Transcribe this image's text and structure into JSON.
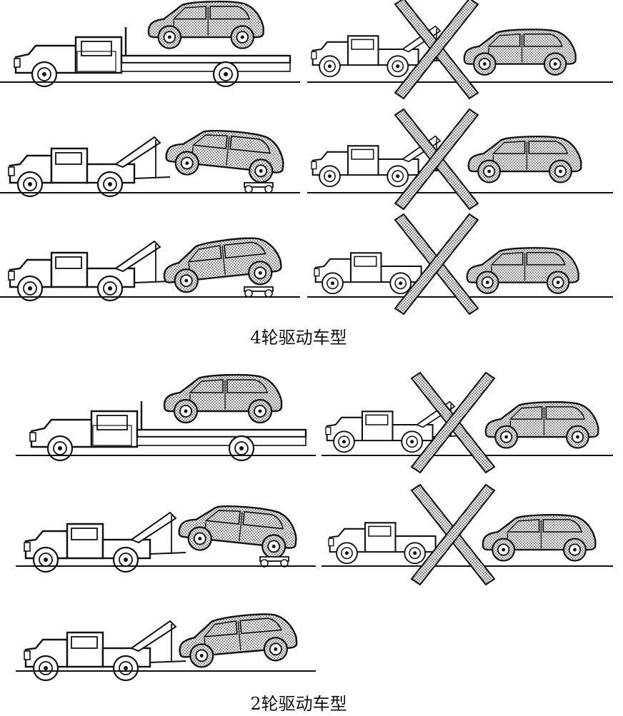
{
  "captions": {
    "four_wheel": "4轮驱动车型",
    "two_wheel": "2轮驱动车型"
  },
  "colors": {
    "line": "#111111",
    "cross_fill": "#bdbdbd",
    "car_fill": "dotted-gray"
  },
  "icons": [
    "flatbed-truck-icon",
    "tow-truck-icon",
    "hatchback-car-icon",
    "wheel-dolly-icon",
    "prohibited-cross-icon"
  ],
  "sections": [
    {
      "caption_key": "four_wheel",
      "scenes": [
        {
          "name": "flatbed-transport",
          "allowed": true
        },
        {
          "name": "wheel-lift-front-rear-on-ground",
          "allowed": false
        },
        {
          "name": "wheel-lift-front-with-rear-dolly",
          "allowed": true
        },
        {
          "name": "wheel-lift-rear-no-dolly",
          "allowed": false
        },
        {
          "name": "wheel-lift-rear-with-front-dolly",
          "allowed": true
        },
        {
          "name": "sling-tow-rear",
          "allowed": false
        }
      ]
    },
    {
      "caption_key": "two_wheel",
      "scenes": [
        {
          "name": "flatbed-transport",
          "allowed": true
        },
        {
          "name": "wheel-lift-rear-on-ground",
          "allowed": false
        },
        {
          "name": "wheel-lift-front-with-rear-dolly",
          "allowed": true
        },
        {
          "name": "sling-tow-rear",
          "allowed": false
        },
        {
          "name": "wheel-lift-rear-drive-wheels-raised",
          "allowed": true
        }
      ]
    }
  ]
}
